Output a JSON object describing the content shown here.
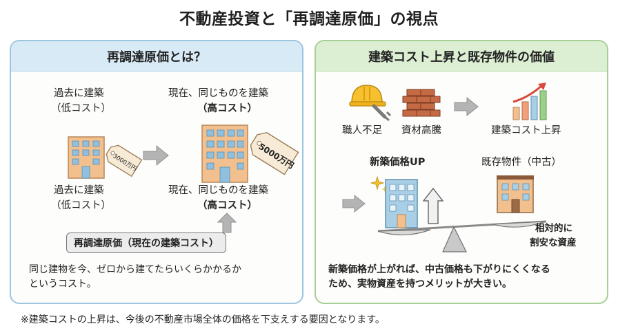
{
  "title": "不動産投資と「再調達原価」の視点",
  "left_panel": {
    "heading": "再調達原価とは？",
    "past_label": [
      "過去に建築",
      "（低コスト）"
    ],
    "now_label_top": [
      "現在、同じものを建築",
      "（高コスト）"
    ],
    "past_label_bottom": [
      "過去に建築",
      "（低コスト）"
    ],
    "now_label_bottom": [
      "現在、同じものを建築",
      "（高コスト）"
    ],
    "tag_small": "3000万円",
    "tag_large": "5000万円",
    "cost_box": "再調達原価（現在の建築コスト）",
    "description": [
      "同じ建物を今、ゼロから建てたらいくらかかるか",
      "というコスト。"
    ]
  },
  "right_panel": {
    "heading": "建築コスト上昇と既存物件の価値",
    "labor": "職人不足",
    "material": "資材高騰",
    "cost_rise": "建築コスト上昇",
    "new_price": "新築価格UP",
    "existing": "既存物件（中古）",
    "relative": [
      "相対的に",
      "割安な資産"
    ],
    "description": [
      "新築価格が上がれば、中古価格も下がりにくくなる",
      "ため、実物資産を持つメリットが大きい。"
    ]
  },
  "footnote": "※建築コストの上昇は、今後の不動産市場全体の価格を下支えする要因となります。",
  "colors": {
    "left_border": "#9cc6df",
    "right_border": "#a6cf94",
    "building_orange": "#f2c08e",
    "building_blue": "#a9cfe6",
    "arrow_gray": "#b4b4b4",
    "helmet_yellow": "#f6c02e",
    "brick": "#c46a45"
  }
}
